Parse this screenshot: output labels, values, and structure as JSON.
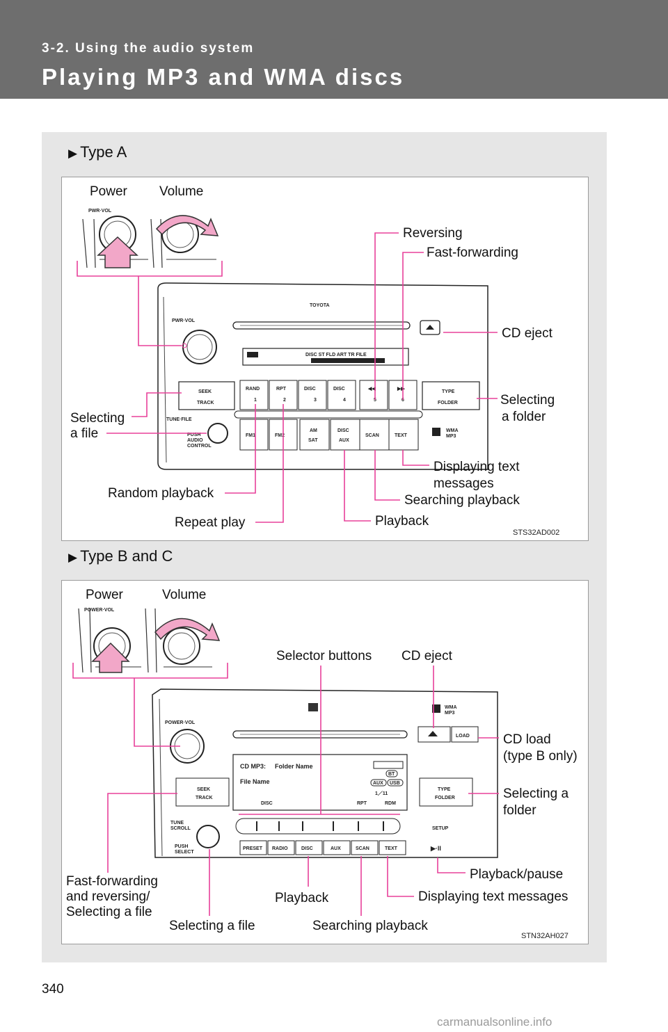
{
  "header": {
    "section": "3-2. Using the audio system",
    "title": "Playing MP3 and WMA discs"
  },
  "type_a": {
    "heading": "Type A",
    "code": "STS32AD002",
    "labels": {
      "power": "Power",
      "volume": "Volume",
      "reversing": "Reversing",
      "fast_forwarding": "Fast-forwarding",
      "cd_eject": "CD eject",
      "selecting_folder_1": "Selecting",
      "selecting_folder_2": "a folder",
      "selecting_file_1": "Selecting",
      "selecting_file_2": "a file",
      "displaying_text_1": "Displaying text",
      "displaying_text_2": "messages",
      "random_playback": "Random playback",
      "searching_playback": "Searching playback",
      "repeat_play": "Repeat play",
      "playback": "Playback"
    },
    "unit": {
      "brand": "TOYOTA",
      "pwr_vol": "PWR·VOL",
      "tune_file": "TUNE·FILE",
      "push_1": "PUSH",
      "push_2": "AUDIO",
      "push_3": "CONTROL",
      "seek": "SEEK",
      "track": "TRACK",
      "type": "TYPE",
      "folder": "FOLDER",
      "buttons_top": [
        "RAND",
        "RPT",
        "DISC",
        "DISC",
        "◀◀",
        "▶▶"
      ],
      "buttons_top_num": [
        "1",
        "2",
        "3",
        "4",
        "5",
        "6"
      ],
      "buttons_bottom": [
        "FM1",
        "FM2",
        "AM",
        "DISC",
        "SCAN",
        "TEXT"
      ],
      "buttons_bottom_2": [
        "",
        "",
        "SAT",
        "AUX",
        "",
        ""
      ],
      "wma": "WMA",
      "mp3": "MP3",
      "display_row": "DISC  ST  FLD  ART  TR  FILE"
    }
  },
  "type_bc": {
    "heading": "Type B and C",
    "code": "STN32AH027",
    "labels": {
      "power": "Power",
      "volume": "Volume",
      "selector_buttons": "Selector buttons",
      "cd_eject": "CD eject",
      "cd_load_1": "CD load",
      "cd_load_2": "(type B only)",
      "selecting_folder_1": "Selecting a",
      "selecting_folder_2": "folder",
      "playback_pause": "Playback/pause",
      "ff_rev_1": "Fast-forwarding",
      "ff_rev_2": "and reversing/",
      "ff_rev_3": "Selecting a file",
      "playback": "Playback",
      "displaying_text": "Displaying text messages",
      "selecting_file": "Selecting a file",
      "searching_playback": "Searching playback"
    },
    "unit": {
      "power_vol": "POWER·VOL",
      "load": "LOAD",
      "screen_line1a": "CD MP3:",
      "screen_line1b": "Folder Name",
      "screen_line2": "File Name",
      "screen_disc": "DISC",
      "screen_track": "1／11",
      "screen_rpt": "RPT",
      "screen_rdm": "RDM",
      "seek": "SEEK",
      "track": "TRACK",
      "type": "TYPE",
      "folder": "FOLDER",
      "tune": "TUNE",
      "scroll": "SCROLL",
      "push": "PUSH",
      "select": "SELECT",
      "setup": "SETUP",
      "bottom_buttons": [
        "PRESET",
        "RADIO",
        "DISC",
        "AUX",
        "SCAN",
        "TEXT"
      ],
      "play_pause": "▶·II",
      "wma": "WMA",
      "mp3": "MP3",
      "aux": "AUX",
      "usb": "USB",
      "bt": "BT"
    }
  },
  "footer": {
    "page_number": "340",
    "watermark": "carmanualsonline.info"
  },
  "colors": {
    "header_bg": "#6e6e6e",
    "panel_bg": "#e6e6e6",
    "callout": "#e8409a"
  }
}
